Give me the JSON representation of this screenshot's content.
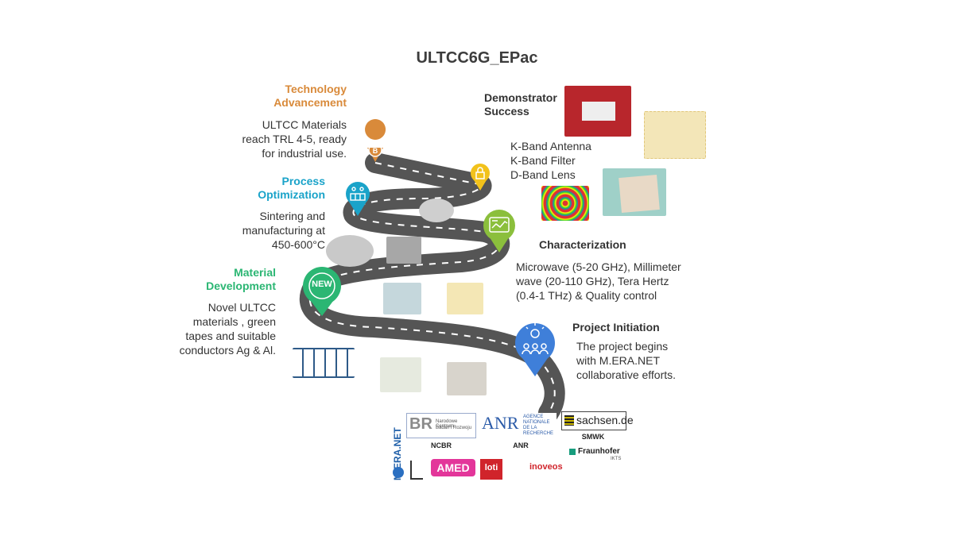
{
  "title": "ULTCC6G_EPac",
  "colors": {
    "technology": "#d98a3a",
    "process": "#1aa3c9",
    "material": "#2bb673",
    "characterization_pin": "#8bbf3c",
    "project_pin": "#3f7fd9",
    "road": "#555555",
    "dark_text": "#333333"
  },
  "milestones": {
    "technology": {
      "heading_line1": "Technology",
      "heading_line2": "Advancement",
      "desc_line1": "ULTCC Materials",
      "desc_line2": "reach TRL 4-5, ready",
      "desc_line3": "for industrial use.",
      "icon": "bitcoin-coin-icon"
    },
    "process": {
      "heading_line1": "Process",
      "heading_line2": "Optimization",
      "desc_line1": "Sintering and",
      "desc_line2": "manufacturing at",
      "desc_line3": "450-600°C",
      "icon": "factory-icon"
    },
    "material": {
      "heading_line1": "Material",
      "heading_line2": "Development",
      "desc_line1": "Novel ULTCC",
      "desc_line2": "materials , green",
      "desc_line3": "tapes and suitable",
      "desc_line4": "conductors Ag & Al.",
      "pin_label": "NEW"
    },
    "demonstrator": {
      "heading_line1": "Demonstrator",
      "heading_line2": "Success",
      "desc_line1": "K-Band Antenna",
      "desc_line2": "K-Band Filter",
      "desc_line3": "D-Band Lens",
      "icon": "lock-icon"
    },
    "characterization": {
      "heading": "Characterization",
      "desc_line1": "Microwave (5-20 GHz), Millimeter",
      "desc_line2": "wave (20-110 GHz), Tera Hertz",
      "desc_line3": "(0.4-1 THz) & Quality control",
      "icon": "chart-monitor-icon"
    },
    "project": {
      "heading": "Project Initiation",
      "desc_line1": "The project begins",
      "desc_line2": "with M.ERA.NET",
      "desc_line3": "collaborative efforts.",
      "icon": "team-idea-icon"
    }
  },
  "logos": {
    "meranet": "M-ERA.NET",
    "ncbr_text1": "Narodowe Centrum",
    "ncbr_text2": "Badań i Rozwoju",
    "ncbr_label": "NCBR",
    "anr_mark": "ANR",
    "anr_text1": "AGENCE",
    "anr_text2": "NATIONALE",
    "anr_text3": "DE LA",
    "anr_text4": "RECHERCHE",
    "anr_label": "ANR",
    "sachsen": "sachsen.de",
    "smwk_label": "SMWK",
    "fraunhofer": "Fraunhofer",
    "fraunhofer_sub": "IKTS",
    "amed": "AMED",
    "loti": "loti",
    "inoveos": "inoveos"
  }
}
